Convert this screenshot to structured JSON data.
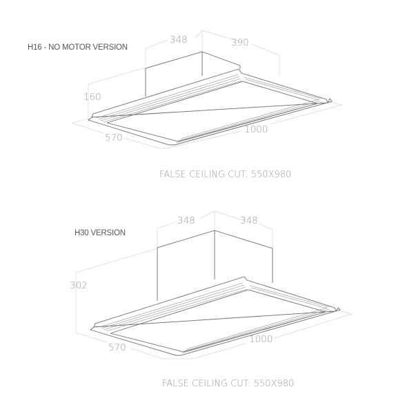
{
  "diagrams": [
    {
      "title": "H16 - NO MOTOR VERSION",
      "dimensions": {
        "motor_depth": "348",
        "motor_width": "390",
        "height": "160",
        "depth": "570",
        "width": "1000"
      },
      "false_ceiling_cut": "FALSE CEILING CUT: 550X980"
    },
    {
      "title": "H30 VERSION",
      "dimensions": {
        "motor_depth": "348",
        "motor_width": "348",
        "height": "302",
        "depth": "570",
        "width": "1000"
      },
      "false_ceiling_cut": "FALSE CEILING CUT: 550X980"
    }
  ],
  "colors": {
    "outline": "#6a6a6a",
    "dimension_line": "#d8d8d8",
    "dimension_text": "#9a9a9a",
    "title_text": "#555555",
    "background": "#ffffff"
  }
}
